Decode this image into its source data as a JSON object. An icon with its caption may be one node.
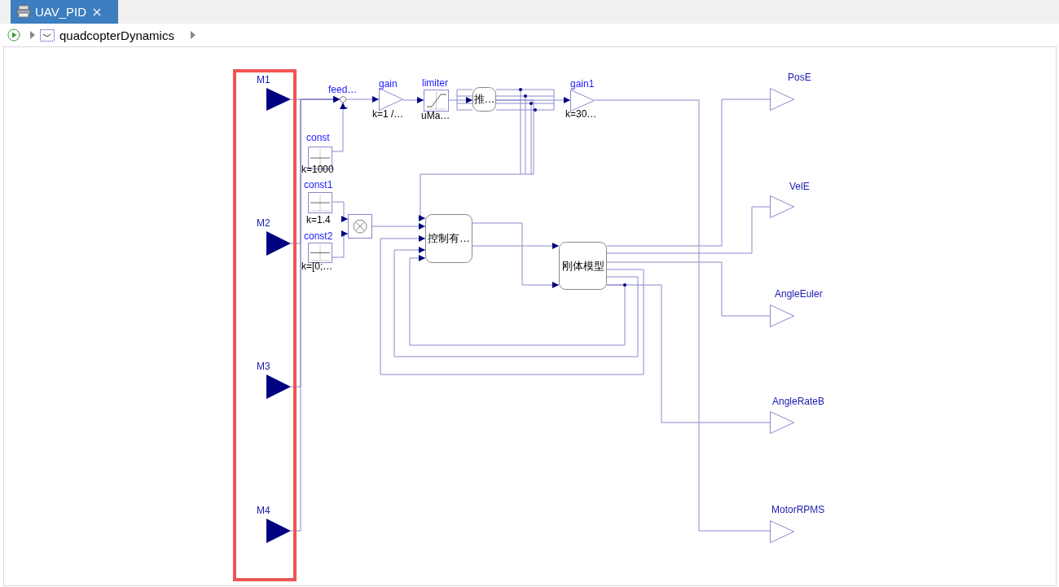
{
  "diagram": {
    "nodes": [
      {
        "text": [
          "M1"
        ]
      },
      {
        "text": [
          "M2"
        ]
      },
      {
        "text": [
          "M3"
        ]
      },
      {
        "text": [
          "M4"
        ]
      },
      {
        "text": [
          "feed…"
        ],
        "beside": [
          "-"
        ]
      },
      {
        "text": [
          "gain"
        ],
        "beside": [
          "k=1 /…"
        ]
      },
      {
        "text": [
          "limiter"
        ],
        "beside": [
          "uMa…"
        ]
      },
      {
        "text": [
          "推…"
        ]
      },
      {
        "text": [
          "gain1"
        ],
        "beside": [
          "k=30…"
        ]
      },
      {
        "text": [
          "const"
        ],
        "beside": [
          "k=1000"
        ]
      },
      {
        "text": [
          "const1"
        ],
        "beside": [
          "k=1.4"
        ]
      },
      {
        "text": [
          "const2"
        ],
        "beside": [
          "k=[0;…"
        ]
      },
      {
        "text": [],
        "shape": "box"
      },
      {
        "text": [
          "控制有…"
        ]
      },
      {
        "text": [
          "刚体模型"
        ]
      },
      {
        "text": [
          "PosE"
        ]
      },
      {
        "text": [
          "VelE"
        ]
      },
      {
        "text": [
          "AngleEuler"
        ]
      },
      {
        "text": [
          "AngleRateB"
        ]
      },
      {
        "text": [
          "MotorRPMS"
        ]
      }
    ],
    "edges": [
      {
        "from": 0,
        "to": 4,
        "arrow": "to"
      },
      {
        "from": 1,
        "to": 4,
        "arrow": "to"
      },
      {
        "from": 2,
        "to": 4,
        "arrow": "to"
      },
      {
        "from": 3,
        "to": 4,
        "arrow": "to"
      },
      {
        "from": 9,
        "to": 4,
        "arrow": "to"
      },
      {
        "from": 4,
        "to": 5,
        "arrow": "to"
      },
      {
        "from": 5,
        "to": 6,
        "arrow": "to"
      },
      {
        "from": 6,
        "to": 7,
        "arrow": "to"
      },
      {
        "from": 7,
        "to": 8,
        "arrow": "to"
      },
      {
        "from": 7,
        "to": 13,
        "arrow": "to"
      },
      {
        "from": 10,
        "to": 12,
        "arrow": "to"
      },
      {
        "from": 11,
        "to": 12,
        "arrow": "to"
      },
      {
        "from": 12,
        "to": 13,
        "arrow": "to"
      },
      {
        "from": 13,
        "to": 14,
        "arrow": "to"
      },
      {
        "from": 13,
        "to": 14,
        "arrow": "to"
      },
      {
        "from": 14,
        "to": 15,
        "arrow": "none"
      },
      {
        "from": 14,
        "to": 16,
        "arrow": "none"
      },
      {
        "from": 14,
        "to": 17,
        "arrow": "none"
      },
      {
        "from": 14,
        "to": 13,
        "arrow": "to"
      },
      {
        "from": 14,
        "to": 13,
        "arrow": "to"
      },
      {
        "from": 14,
        "to": 13,
        "arrow": "to"
      },
      {
        "from": 14,
        "to": 18,
        "arrow": "none"
      },
      {
        "from": 8,
        "to": 19,
        "arrow": "none"
      }
    ],
    "labels": [
      "UAV_PID",
      "quadcopterDynamics"
    ]
  }
}
